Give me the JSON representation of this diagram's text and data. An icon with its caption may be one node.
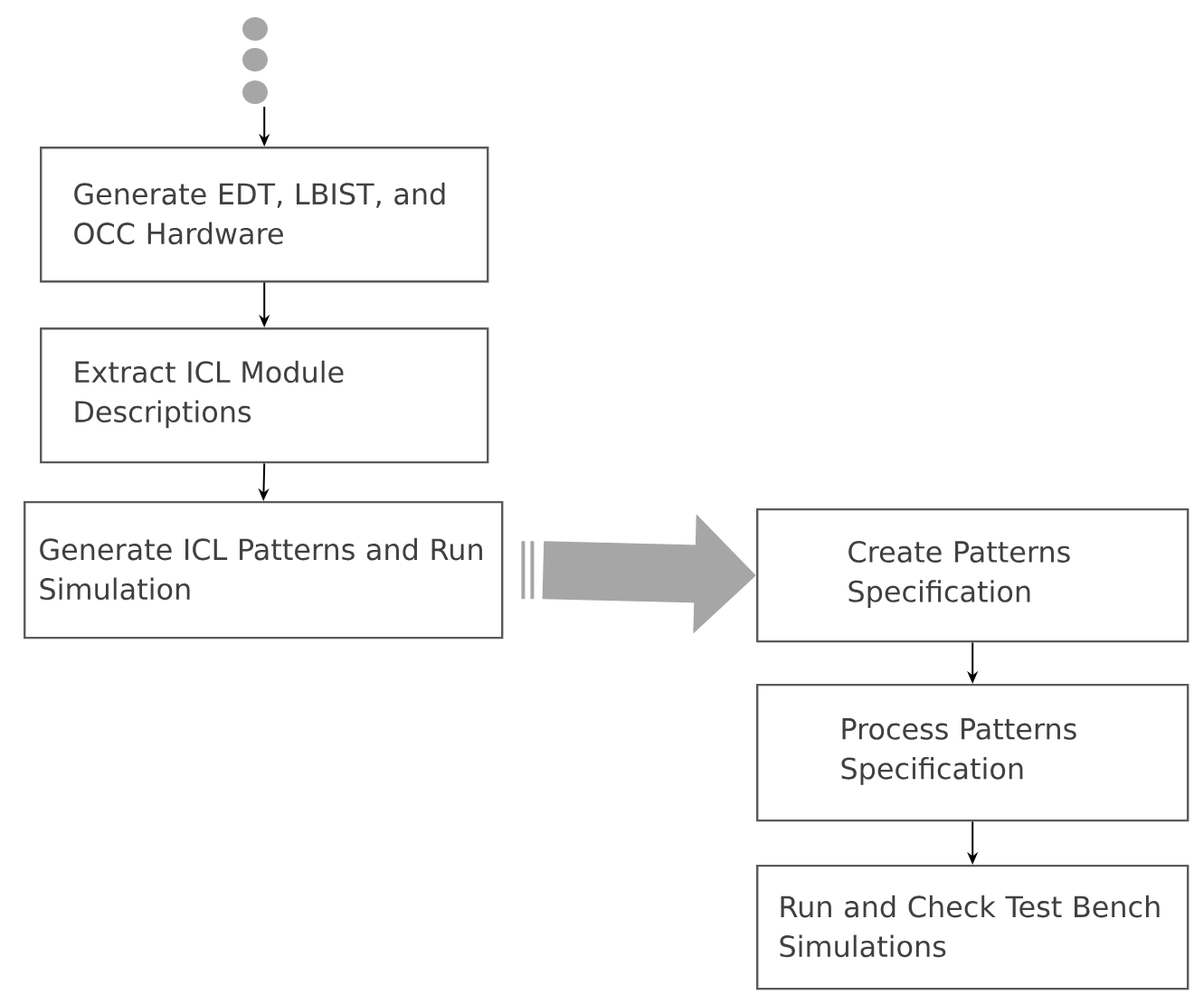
{
  "diagram": {
    "nodes": [
      {
        "text": [
          "Generate EDT, LBIST, and OCC Hardware"
        ]
      },
      {
        "text": [
          "Extract ICL Module Descriptions"
        ]
      },
      {
        "text": [
          "Generate ICL Patterns and Run Simulation"
        ]
      },
      {
        "text": [
          "Create Patterns Specification"
        ]
      },
      {
        "text": [
          "Process Patterns Specification"
        ]
      },
      {
        "text": [
          "Run and Check Test Bench Simulations"
        ]
      }
    ],
    "edges": [
      {
        "from": null,
        "to": 0,
        "arrow": "to"
      },
      {
        "from": 0,
        "to": 1,
        "arrow": "to"
      },
      {
        "from": 1,
        "to": 2,
        "arrow": "to"
      },
      {
        "from": 2,
        "to": 3,
        "arrow": "to",
        "style": "thick",
        "color": "#a6a6a6"
      },
      {
        "from": 3,
        "to": 4,
        "arrow": "to"
      },
      {
        "from": 4,
        "to": 5,
        "arrow": "to"
      }
    ]
  }
}
